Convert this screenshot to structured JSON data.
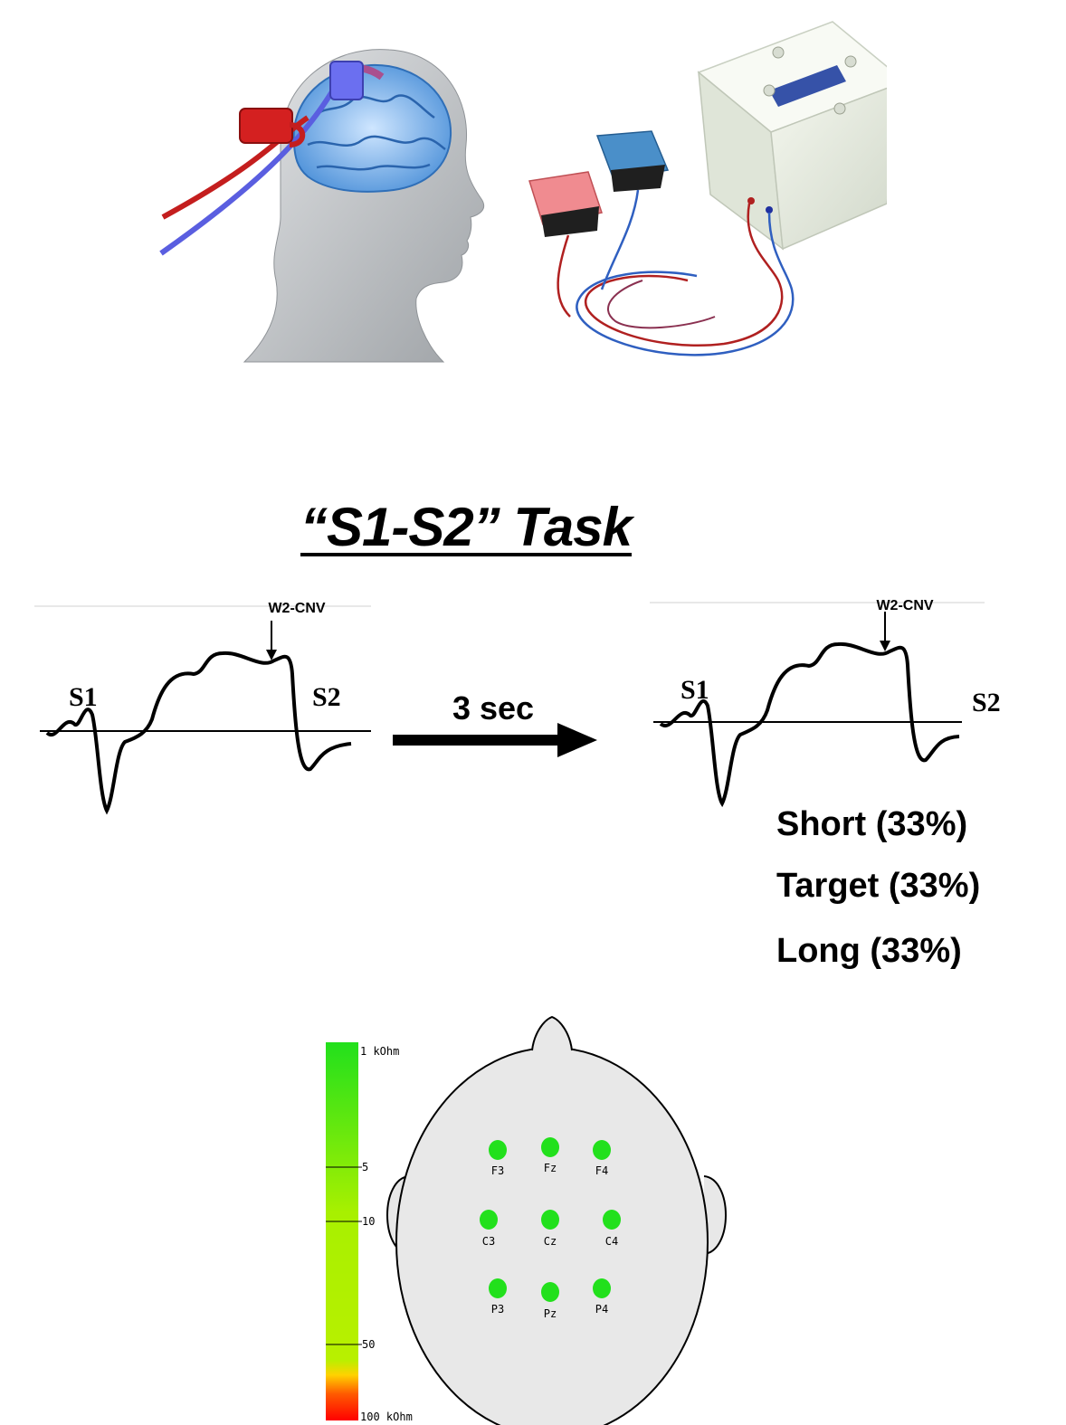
{
  "title": "“S1-S2” Task",
  "waveform_left": {
    "s1": "S1",
    "s2": "S2",
    "peak": "W2-CNV"
  },
  "waveform_right": {
    "s1": "S1",
    "s2": "S2",
    "peak": "W2-CNV"
  },
  "interval": "3 sec",
  "probabilities": [
    "Short (33%)",
    "Target (33%)",
    "Long (33%)"
  ],
  "impedance_scale": {
    "labels": {
      "top": "1 kOhm",
      "t5": "5",
      "t10": "10",
      "t50": "50",
      "bottom": "100 kOhm"
    }
  },
  "electrodes": {
    "F3": "F3",
    "Fz": "Fz",
    "F4": "F4",
    "C3": "C3",
    "Cz": "Cz",
    "C4": "C4",
    "P3": "P3",
    "Pz": "Pz",
    "P4": "P4"
  },
  "colors": {
    "electrode": "#22e01c",
    "anode": "#d42020",
    "cathode": "#5a5ee0",
    "head_fill": "#e8e8e8",
    "scale_top": "#22e01c",
    "scale_mid": "#a8f000",
    "scale_bottom": "#ff0000"
  }
}
